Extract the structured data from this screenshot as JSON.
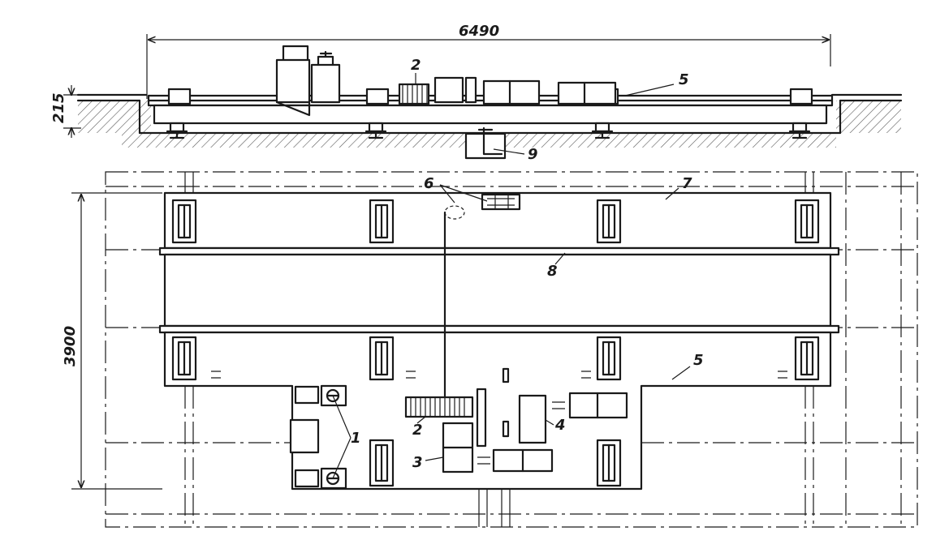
{
  "dimensions": {
    "length": "6490",
    "height": "215",
    "width": "3900"
  },
  "labels": {
    "l1": "1",
    "l2_top": "2",
    "l2_plan": "2",
    "l3": "3",
    "l4": "4",
    "l5_top": "5",
    "l5_plan": "5",
    "l6": "6",
    "l7": "7",
    "l8": "8",
    "l9": "9"
  }
}
